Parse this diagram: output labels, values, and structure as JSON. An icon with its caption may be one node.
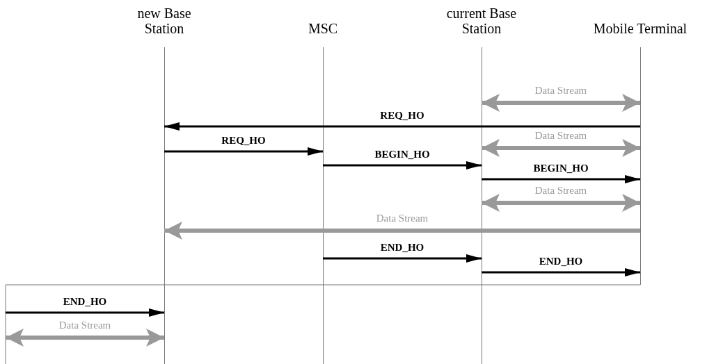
{
  "diagram": {
    "nodes": [
      {
        "text": [
          "new Base Station"
        ]
      },
      {
        "text": [
          "MSC"
        ]
      },
      {
        "text": [
          "current Base Station"
        ]
      },
      {
        "text": [
          "Mobile Terminal"
        ]
      }
    ],
    "edges": [
      {
        "from": 2,
        "to": 3,
        "arrow": "both",
        "label": "Data Stream",
        "style": "thick",
        "color": "#999999"
      },
      {
        "from": 3,
        "to": 0,
        "arrow": "to",
        "label": "REQ_HO"
      },
      {
        "from": 0,
        "to": 1,
        "arrow": "to",
        "label": "REQ_HO"
      },
      {
        "from": 2,
        "to": 3,
        "arrow": "both",
        "label": "Data Stream",
        "style": "thick",
        "color": "#999999"
      },
      {
        "from": 1,
        "to": 2,
        "arrow": "to",
        "label": "BEGIN_HO"
      },
      {
        "from": 2,
        "to": 3,
        "arrow": "to",
        "label": "BEGIN_HO"
      },
      {
        "from": 2,
        "to": 3,
        "arrow": "both",
        "label": "Data Stream",
        "style": "thick",
        "color": "#999999"
      },
      {
        "from": 3,
        "to": 0,
        "arrow": "to",
        "label": "Data Stream",
        "style": "thick",
        "color": "#999999"
      },
      {
        "from": 1,
        "to": 2,
        "arrow": "to",
        "label": "END_HO"
      },
      {
        "from": 2,
        "to": 3,
        "arrow": "to",
        "label": "END_HO"
      },
      {
        "from": null,
        "to": 0,
        "arrow": "to",
        "label": "END_HO"
      },
      {
        "from": null,
        "to": 0,
        "arrow": "both",
        "label": "Data Stream",
        "style": "thick",
        "color": "#999999"
      }
    ]
  }
}
